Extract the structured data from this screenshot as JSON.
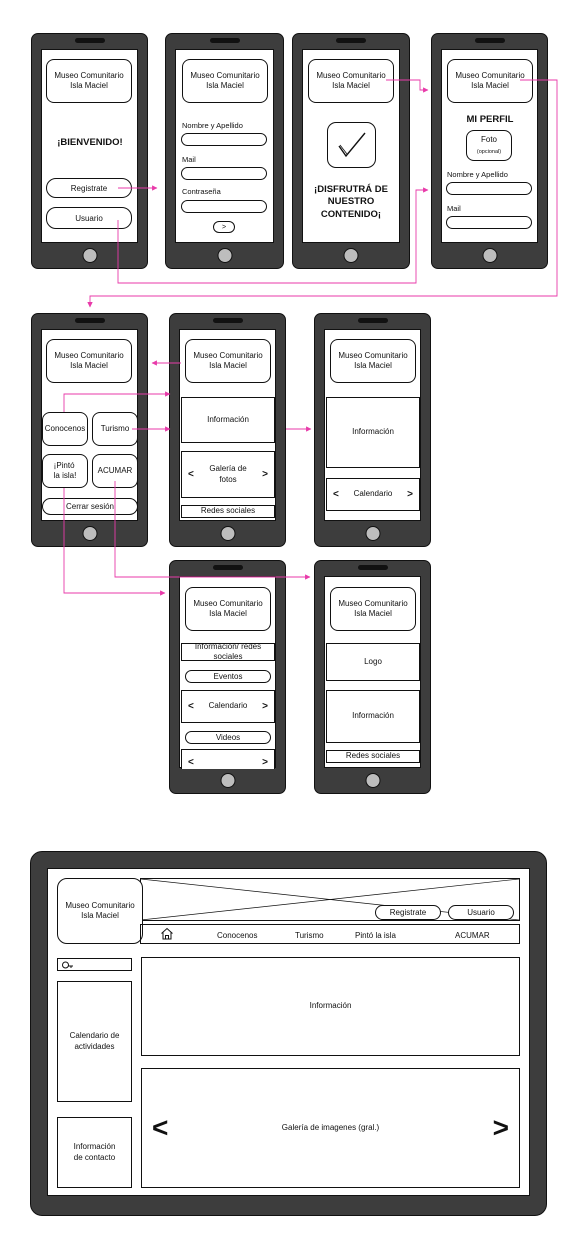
{
  "museum": {
    "line1": "Museo Comunitario",
    "line2": "Isla Maciel"
  },
  "screen1": {
    "welcome": "¡BIENVENIDO!",
    "register": "Registrate",
    "user": "Usuario"
  },
  "screen2": {
    "name_label": "Nombre y Apellido",
    "mail_label": "Mail",
    "password_label": "Contraseña",
    "next": ">"
  },
  "screen3": {
    "line1": "¡DISFRUTRÁ DE",
    "line2": "NUESTRO",
    "line3": "CONTENIDO¡"
  },
  "screen4": {
    "title": "MI PERFIL",
    "photo": "Foto",
    "photo_note": "(opcional)",
    "name_label": "Nombre y Apellido",
    "mail_label": "Mail"
  },
  "menu": {
    "conocenos": "Conocenos",
    "turismo": "Turismo",
    "pinto_line1": "¡Pintó",
    "pinto_line2": "la isla!",
    "acumar": "ACUMAR",
    "logout": "Cerrar sesión"
  },
  "conocenos": {
    "info": "Información",
    "gallery_line1": "Galería de",
    "gallery_line2": "fotos",
    "social": "Redes sociales",
    "prev": "<",
    "next": ">"
  },
  "turismo": {
    "info": "Información",
    "calendar": "Calendario",
    "prev": "<",
    "next": ">"
  },
  "pinto": {
    "info_social": "Información/ redes sociales",
    "events": "Eventos",
    "calendar": "Calendario",
    "videos": "Videos",
    "prev": "<",
    "next": ">"
  },
  "acumar": {
    "logo": "Logo",
    "info": "Información",
    "social": "Redes sociales"
  },
  "desktop": {
    "register": "Registrate",
    "user": "Usuario",
    "nav": [
      "Conocenos",
      "Turismo",
      "Pintó la isla",
      "ACUMAR"
    ],
    "calendar_line1": "Calendario de",
    "calendar_line2": "actividades",
    "contact_line1": "Información",
    "contact_line2": "de contacto",
    "info": "Información",
    "gallery": "Galería de imagenes (gral.)",
    "prev": "<",
    "next": ">"
  },
  "colors": {
    "arrow": "#e83aa9",
    "device": "#3d3d3d"
  }
}
